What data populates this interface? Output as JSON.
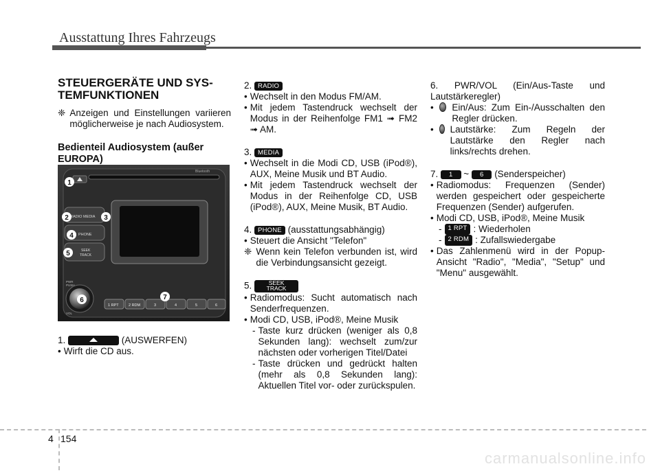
{
  "header": {
    "title": "Ausstattung Ihres Fahrzeugs"
  },
  "col1": {
    "heading": "STEUERGERÄTE UND SYS-TEMFUNKTIONEN",
    "note_mark": "❈",
    "note": "Anzeigen und Einstellungen variieren möglicherweise je nach Audiosystem.",
    "subheading": "Bedienteil Audiosystem (außer EUROPA)",
    "item1_num": "1.",
    "item1_label": "(AUSWERFEN)",
    "item1_bullet": "Wirft die CD aus."
  },
  "photo": {
    "brand": "Bluetooth",
    "radio_media": "RADIO  MEDIA",
    "phone": "PHONE",
    "seek_track": "SEEK\nTRACK",
    "pwr": "PWR\nPUSH",
    "vol": "VOL",
    "presets": [
      "1 RPT",
      "2 RDM",
      "3",
      "4",
      "5",
      "6"
    ],
    "callouts": [
      "1",
      "2",
      "3",
      "4",
      "5",
      "6",
      "7"
    ]
  },
  "col2": {
    "item2_num": "2.",
    "item2_btn": "RADIO",
    "item2_b1": "Wechselt in den Modus FM/AM.",
    "item2_b2": "Mit jedem Tastendruck wechselt der Modus in der Reihenfolge FM1 ➟ FM2 ➟ AM.",
    "item3_num": "3.",
    "item3_btn": "MEDIA",
    "item3_b1": "Wechselt in die Modi CD, USB (iPod®), AUX, Meine Musik und BT Audio.",
    "item3_b2": "Mit jedem Tastendruck wechselt der Modus in der Reihenfolge CD, USB (iPod®), AUX, Meine Musik, BT Audio.",
    "item4_num": "4.",
    "item4_btn": "PHONE",
    "item4_label": "(ausstattungsabhängig)",
    "item4_b1": "Steuert die Ansicht \"Telefon\"",
    "item4_note_mark": "❈",
    "item4_note": "Wenn kein Telefon verbunden ist, wird die Verbindungsansicht gezeigt.",
    "item5_num": "5.",
    "item5_btn_top": "SEEK",
    "item5_btn_bottom": "TRACK",
    "item5_b1": "Radiomodus: Sucht automatisch nach Senderfrequenzen.",
    "item5_b2": "Modi CD, USB, iPod®, Meine Musik",
    "item5_s1": "Taste kurz drücken (weniger als 0,8 Sekunden lang): wechselt zum/zur nächsten oder vorherigen Titel/Datei",
    "item5_s2": "Taste drücken und gedrückt halten (mehr als 0,8 Sekunden lang): Aktuellen Titel vor- oder zurückspulen."
  },
  "col3": {
    "item6": "6. PWR/VOL (Ein/Aus-Taste und Lautstärkeregler)",
    "item6_b1": "Ein/Aus: Zum Ein-/Ausschalten den Regler drücken.",
    "item6_b2": "Lautstärke: Zum Regeln der Lautstärke den Regler nach links/rechts drehen.",
    "item7_num": "7.",
    "item7_btn_a": "1",
    "item7_sep": "~",
    "item7_btn_b": "6",
    "item7_label": "(Senderspeicher)",
    "item7_b1": "Radiomodus: Frequenzen (Sender) werden gespeichert oder gespeicherte Frequenzen (Sender) aufgerufen.",
    "item7_b2": "Modi CD, USB, iPod®, Meine Musik",
    "item7_s1_btn": "1  RPT",
    "item7_s1": ": Wiederholen",
    "item7_s2_btn": "2  RDM",
    "item7_s2": ": Zufallswiedergabe",
    "item7_b3": "Das Zahlenmenü wird in der Popup-Ansicht \"Radio\", \"Media\", \"Setup\" und \"Menu\" ausgewählt."
  },
  "footer": {
    "chapter": "4",
    "page": "154",
    "watermark": "carmanualsonline.info"
  }
}
